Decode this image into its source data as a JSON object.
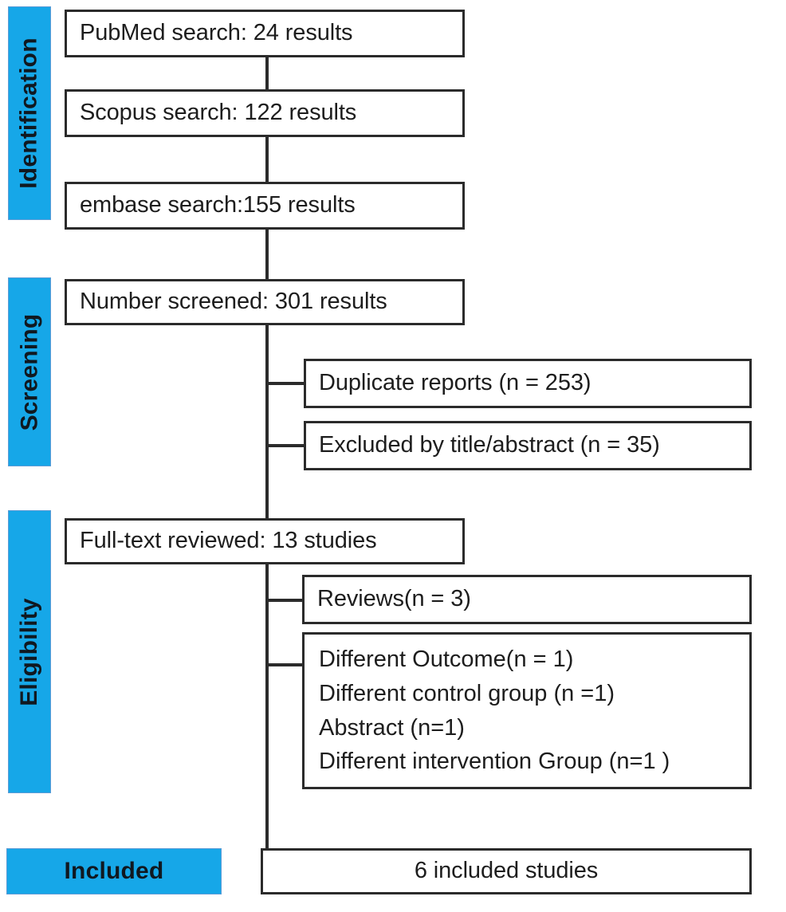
{
  "diagram": {
    "title": "PRISMA study selection flow diagram",
    "accent_color": "#16A7E8",
    "box_border_color": "#2b2b2b",
    "background_color": "#ffffff"
  },
  "stages": [
    {
      "id": "identification",
      "label": "Identification"
    },
    {
      "id": "screening",
      "label": "Screening"
    },
    {
      "id": "eligibility",
      "label": "Eligibility"
    },
    {
      "id": "included",
      "label": "Included"
    }
  ],
  "boxes": {
    "pubmed": {
      "text": "PubMed search: 24  results",
      "count": 24,
      "source": "PubMed"
    },
    "scopus": {
      "text": "Scopus search: 122 results",
      "count": 122,
      "source": "Scopus"
    },
    "embase": {
      "text": "embase search:155 results",
      "count": 155,
      "source": "embase"
    },
    "screened": {
      "text": "Number screened: 301 results",
      "count": 301
    },
    "duplicates": {
      "text": "Duplicate reports (n =  253)",
      "count": 253
    },
    "excluded_title_abstract": {
      "text": "Excluded by title/abstract (n = 35)",
      "count": 35
    },
    "fulltext": {
      "text": "Full-text reviewed: 13 studies",
      "count": 13
    },
    "reviews": {
      "text": "Reviews(n = 3)",
      "count": 3
    },
    "exclusions": {
      "lines": [
        "Different Outcome(n = 1)",
        "Different  control group (n =1)",
        "Abstract (n=1)",
        "Different intervention Group (n=1 )"
      ]
    },
    "included_studies": {
      "text": "6 included studies",
      "count": 6
    }
  },
  "chart_data": {
    "type": "diagram",
    "title": "PRISMA study selection flow diagram",
    "nodes": [
      {
        "id": "pubmed",
        "stage": "Identification",
        "label": "PubMed search: 24  results",
        "value": 24
      },
      {
        "id": "scopus",
        "stage": "Identification",
        "label": "Scopus search: 122 results",
        "value": 122
      },
      {
        "id": "embase",
        "stage": "Identification",
        "label": "embase search:155 results",
        "value": 155
      },
      {
        "id": "screened",
        "stage": "Screening",
        "label": "Number screened: 301 results",
        "value": 301
      },
      {
        "id": "duplicates",
        "stage": "Screening",
        "label": "Duplicate reports (n =  253)",
        "value": 253,
        "kind": "exclusion"
      },
      {
        "id": "excluded_title_abstract",
        "stage": "Screening",
        "label": "Excluded by title/abstract (n = 35)",
        "value": 35,
        "kind": "exclusion"
      },
      {
        "id": "fulltext",
        "stage": "Eligibility",
        "label": "Full-text reviewed: 13 studies",
        "value": 13
      },
      {
        "id": "reviews",
        "stage": "Eligibility",
        "label": "Reviews(n = 3)",
        "value": 3,
        "kind": "exclusion"
      },
      {
        "id": "exclusions",
        "stage": "Eligibility",
        "label": "Different Outcome(n = 1); Different  control group (n =1); Abstract (n=1); Different intervention Group (n=1 )",
        "value": 4,
        "kind": "exclusion"
      },
      {
        "id": "included_studies",
        "stage": "Included",
        "label": "6 included studies",
        "value": 6
      }
    ],
    "edges": [
      {
        "from": "pubmed",
        "to": "scopus"
      },
      {
        "from": "scopus",
        "to": "embase"
      },
      {
        "from": "embase",
        "to": "screened"
      },
      {
        "from": "screened",
        "to": "duplicates"
      },
      {
        "from": "screened",
        "to": "excluded_title_abstract"
      },
      {
        "from": "screened",
        "to": "fulltext"
      },
      {
        "from": "fulltext",
        "to": "reviews"
      },
      {
        "from": "fulltext",
        "to": "exclusions"
      },
      {
        "from": "fulltext",
        "to": "included_studies"
      }
    ]
  }
}
